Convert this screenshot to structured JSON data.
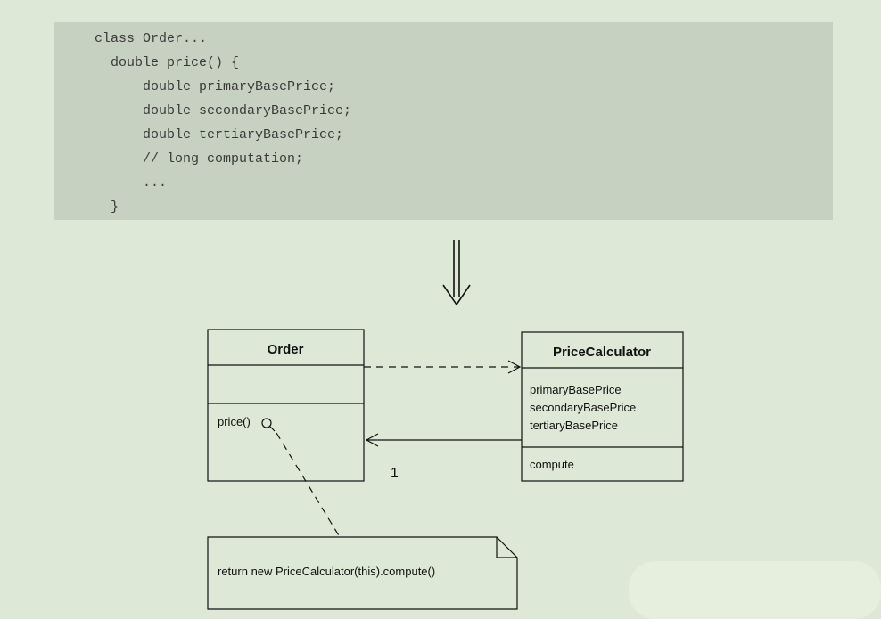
{
  "code": {
    "lines": [
      "class Order...",
      "  double price() {",
      "      double primaryBasePrice;",
      "      double secondaryBasePrice;",
      "      double tertiaryBasePrice;",
      "      // long computation;",
      "      ...",
      "  }"
    ]
  },
  "diagram": {
    "order_class": {
      "name": "Order",
      "attributes": [],
      "methods": [
        "price()"
      ]
    },
    "calculator_class": {
      "name": "PriceCalculator",
      "attributes": [
        "primaryBasePrice",
        "secondaryBasePrice",
        "tertiaryBasePrice"
      ],
      "methods": [
        "compute"
      ]
    },
    "association_multiplicity": "1",
    "note_text": "return new PriceCalculator(this).compute()"
  }
}
